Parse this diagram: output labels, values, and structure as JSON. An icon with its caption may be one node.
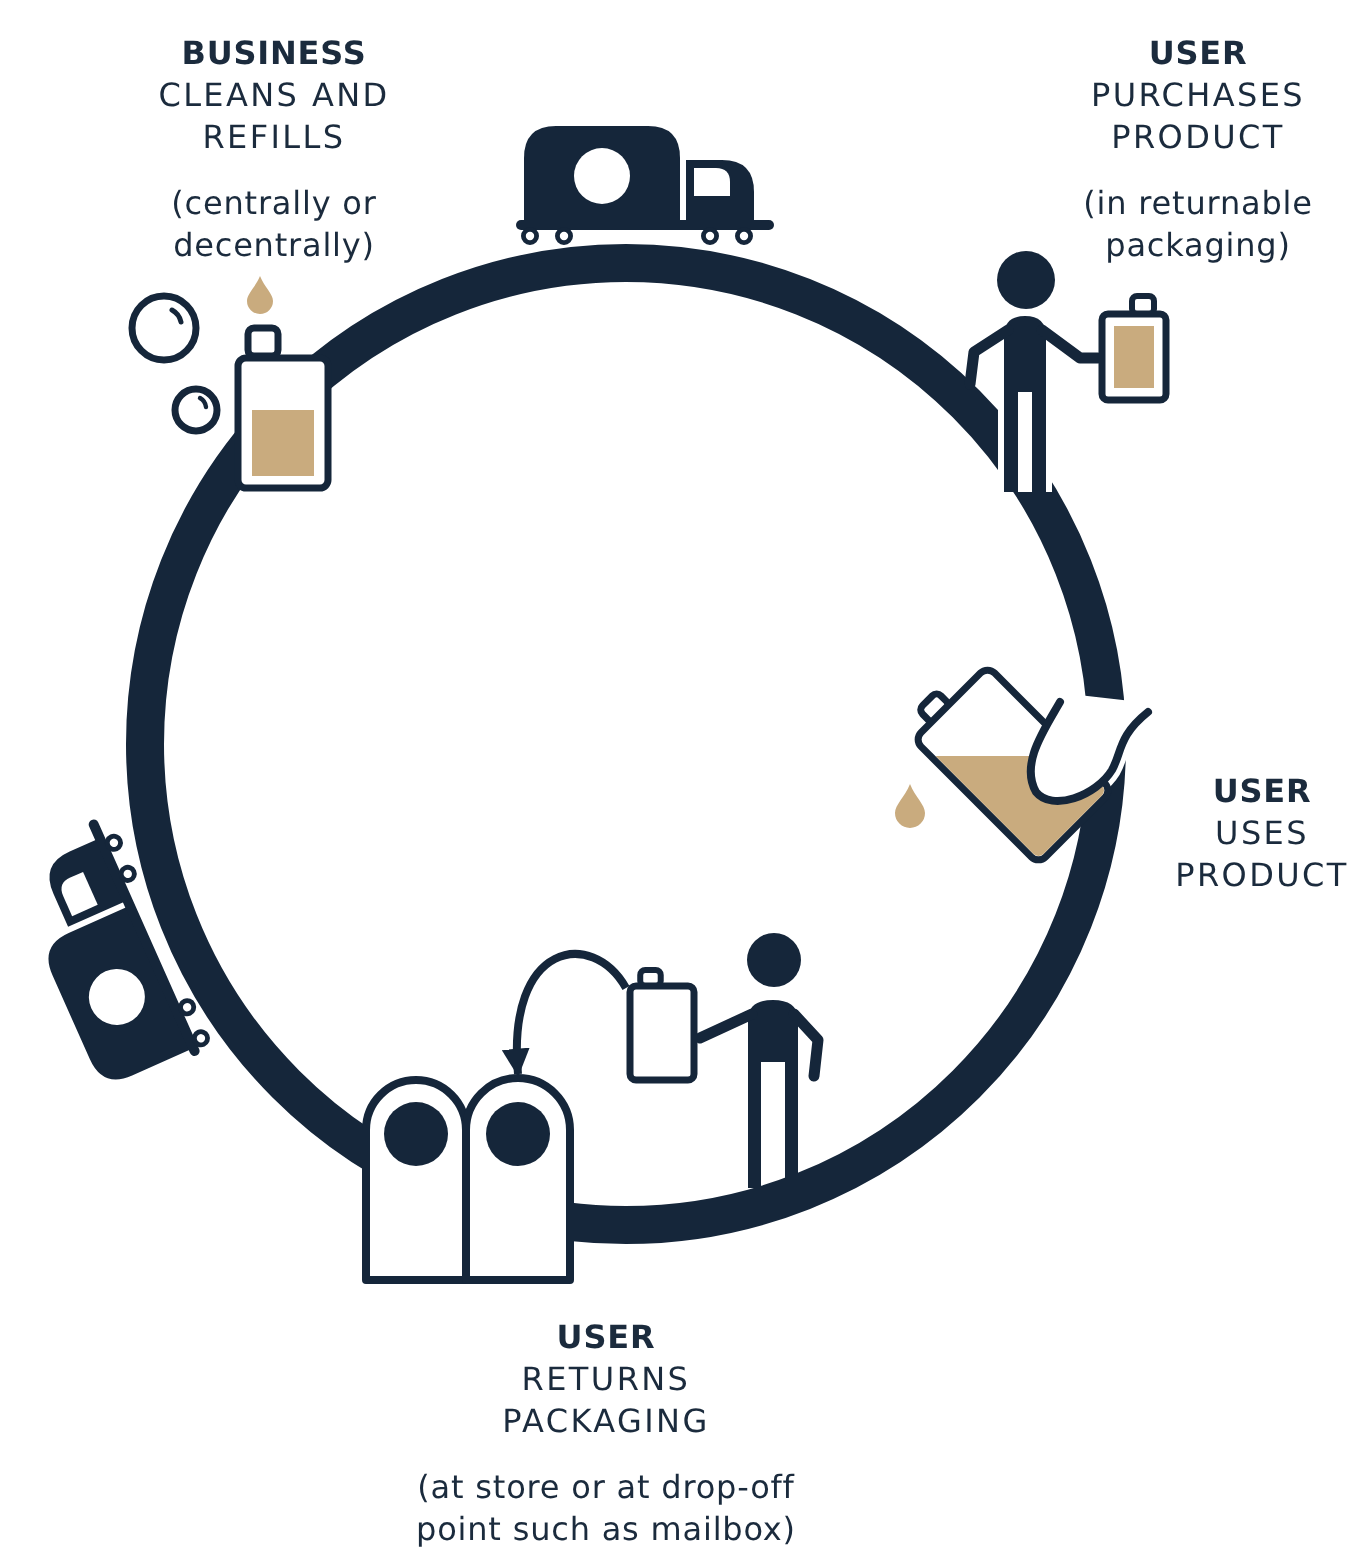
{
  "diagram": {
    "nodes": [
      {
        "text": [],
        "shape": "bottle"
      },
      {
        "text": [],
        "shape": "picture"
      }
    ],
    "edges": [
      {
        "from": 0,
        "to": 1,
        "arrow": "to"
      }
    ],
    "labels": [
      "BUSINESS",
      "CLEANS AND REFILLS",
      "(centrally or decentrally)",
      "USER",
      "PURCHASES PRODUCT",
      "(in returnable packaging)",
      "USER",
      "USES PRODUCT",
      "USER",
      "RETURNS PACKAGING",
      "(at store or at drop-off point such as mailbox)"
    ]
  }
}
